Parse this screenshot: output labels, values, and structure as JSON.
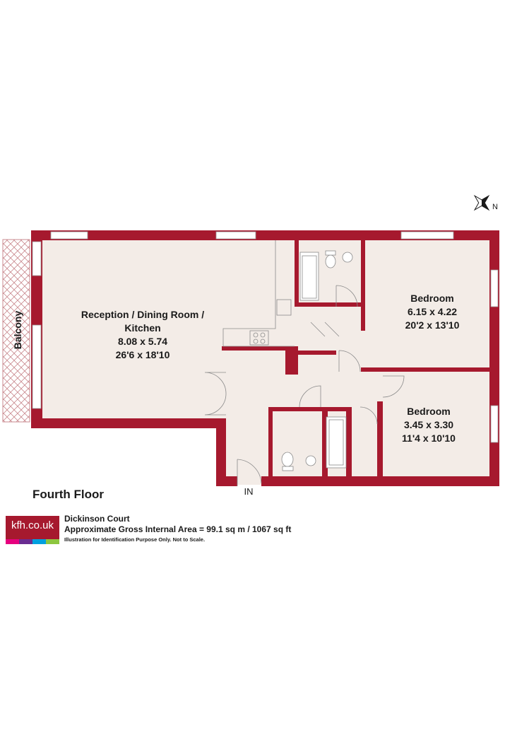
{
  "floor": {
    "name": "Fourth Floor",
    "entrance": "IN",
    "balcony": "Balcony",
    "compass": "N"
  },
  "rooms": {
    "reception": {
      "name_line1": "Reception / Dining Room /",
      "name_line2": "Kitchen",
      "metric": "8.08 x 5.74",
      "imperial": "26'6 x 18'10"
    },
    "bedroom1": {
      "name": "Bedroom",
      "metric": "6.15 x 4.22",
      "imperial": "20'2 x 13'10"
    },
    "bedroom2": {
      "name": "Bedroom",
      "metric": "3.45 x 3.30",
      "imperial": "11'4 x 10'10"
    }
  },
  "brand": {
    "logo": "kfh.co.uk",
    "colors": [
      "#e6007e",
      "#6a2c91",
      "#00a0df",
      "#8dc63f"
    ],
    "accent": "#a6192e"
  },
  "property": {
    "name": "Dickinson Court",
    "area": "Approximate Gross Internal Area = 99.1 sq m / 1067 sq ft",
    "disclaimer": "Illustration for Identification Purpose Only. Not to Scale."
  },
  "colors": {
    "wall": "#a6192e",
    "floor": "#f3ece7"
  }
}
